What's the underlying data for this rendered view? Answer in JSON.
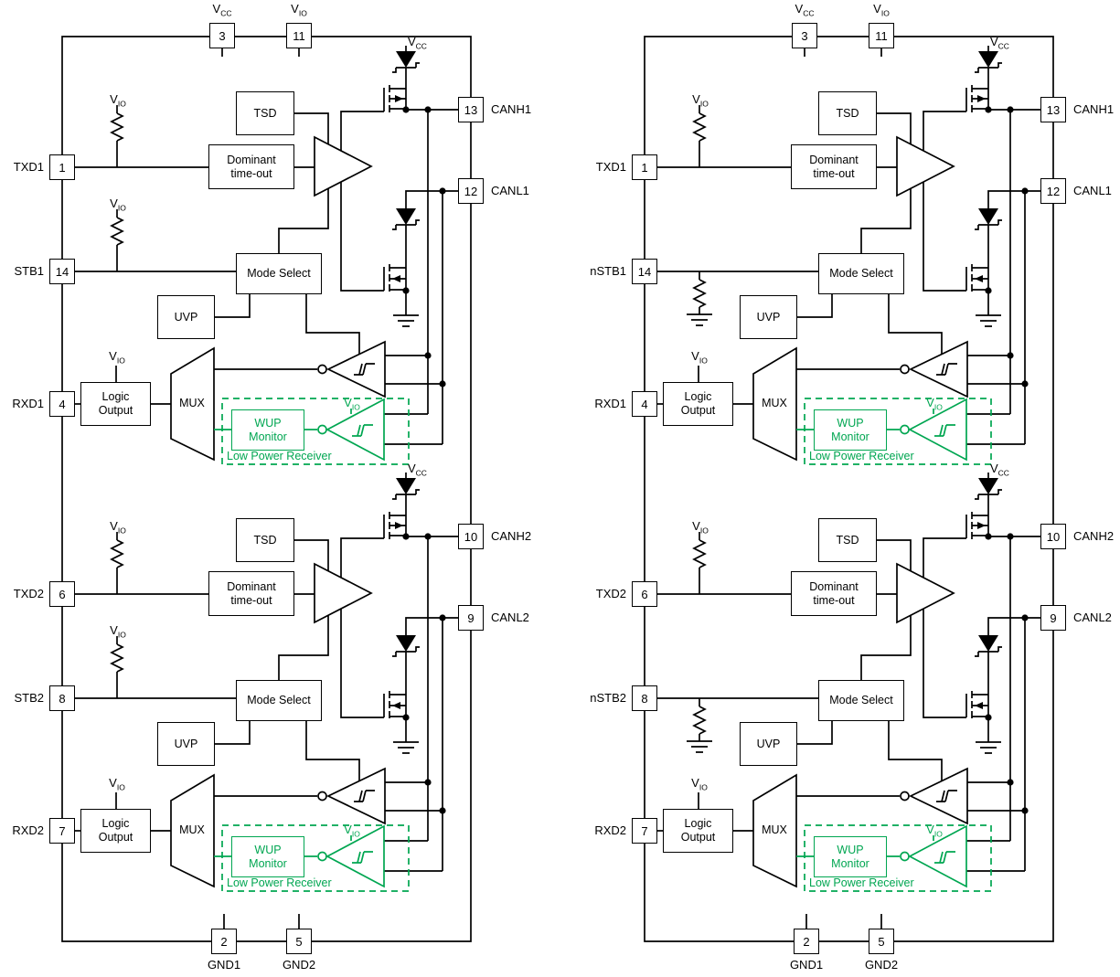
{
  "figure": {
    "type": "functional-block-diagram",
    "description": "Dual CAN transceiver functional block diagrams, two pinout variants (STB and nSTB)"
  },
  "colors": {
    "wire": "#000000",
    "low_power_green": "#00A651",
    "background": "#ffffff"
  },
  "blocks": {
    "tsd": "TSD",
    "dominant_timeout": "Dominant time-out",
    "mode_select": "Mode Select",
    "uvp": "UVP",
    "logic_output": "Logic Output",
    "mux": "MUX",
    "wup_monitor": "WUP Monitor",
    "low_power_receiver": "Low Power Receiver"
  },
  "rails": {
    "vcc": {
      "base": "V",
      "sub": "CC"
    },
    "vio": {
      "base": "V",
      "sub": "IO"
    }
  },
  "left_diagram": {
    "pins": {
      "txd1": {
        "num": "1",
        "label": "TXD1"
      },
      "stb1": {
        "num": "14",
        "label": "STB1"
      },
      "rxd1": {
        "num": "4",
        "label": "RXD1"
      },
      "txd2": {
        "num": "6",
        "label": "TXD2"
      },
      "stb2": {
        "num": "8",
        "label": "STB2"
      },
      "rxd2": {
        "num": "7",
        "label": "RXD2"
      },
      "vcc": {
        "num": "3"
      },
      "vio": {
        "num": "11"
      },
      "gnd1": {
        "num": "2",
        "label": "GND1"
      },
      "gnd2": {
        "num": "5",
        "label": "GND2"
      },
      "canh1": {
        "num": "13",
        "label": "CANH1"
      },
      "canl1": {
        "num": "12",
        "label": "CANL1"
      },
      "canh2": {
        "num": "10",
        "label": "CANH2"
      },
      "canl2": {
        "num": "9",
        "label": "CANL2"
      }
    }
  },
  "right_diagram": {
    "pins": {
      "txd1": {
        "num": "1",
        "label": "TXD1"
      },
      "stb1": {
        "num": "14",
        "label": "nSTB1"
      },
      "rxd1": {
        "num": "4",
        "label": "RXD1"
      },
      "txd2": {
        "num": "6",
        "label": "TXD2"
      },
      "stb2": {
        "num": "8",
        "label": "nSTB2"
      },
      "rxd2": {
        "num": "7",
        "label": "RXD2"
      },
      "vcc": {
        "num": "3"
      },
      "vio": {
        "num": "11"
      },
      "gnd1": {
        "num": "2",
        "label": "GND1"
      },
      "gnd2": {
        "num": "5",
        "label": "GND2"
      },
      "canh1": {
        "num": "13",
        "label": "CANH1"
      },
      "canl1": {
        "num": "12",
        "label": "CANL1"
      },
      "canh2": {
        "num": "10",
        "label": "CANH2"
      },
      "canl2": {
        "num": "9",
        "label": "CANL2"
      }
    }
  }
}
